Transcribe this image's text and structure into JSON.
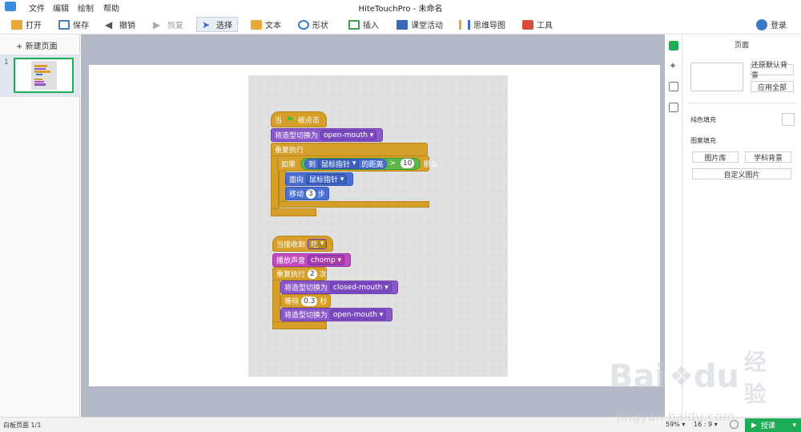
{
  "app": {
    "title": "HiteTouchPro - 未命名",
    "login": "登录"
  },
  "menu": [
    "文件",
    "编辑",
    "绘制",
    "帮助"
  ],
  "toolbar": {
    "open": "打开",
    "save": "保存",
    "undo": "撤销",
    "redo": "恢复",
    "select": "选择",
    "text": "文本",
    "shape": "形状",
    "insert": "插入",
    "classroom": "课堂活动",
    "mindmap": "思维导图",
    "tools": "工具"
  },
  "left_panel": {
    "new_page": "新建页面",
    "page_number": "1"
  },
  "scripts": {
    "s1": {
      "hat": "当",
      "hat2": "被点击",
      "switch_costume": "将造型切换为",
      "costume1": "open-mouth",
      "repeat": "重复执行",
      "if": "如果",
      "to": "到",
      "mouse": "鼠标指针",
      "distance": "的距离",
      "gt": ">",
      "ten": "10",
      "then": "那么",
      "point": "面向",
      "mouse2": "鼠标指针",
      "move": "移动",
      "three": "3",
      "steps": "步"
    },
    "s2": {
      "hat": "当接收到",
      "msg": "吃",
      "play": "播放声音",
      "sound": "chomp",
      "repeat": "重复执行",
      "two": "2",
      "times": "次",
      "switch": "将造型切换为",
      "closed": "closed-mouth",
      "wait": "等待",
      "sec_val": "0.3",
      "sec": "秒",
      "switch2": "将造型切换为",
      "open": "open-mouth"
    }
  },
  "right_panel": {
    "title": "页面",
    "restore_bg": "还原默认背景",
    "apply_all": "应用全部",
    "solid_fill": "纯色填充",
    "pattern_fill": "图案填充",
    "gallery": "图片库",
    "subject_bg": "学科背景",
    "custom_image": "自定义图片"
  },
  "status": {
    "page_info": "白板页面 1/1",
    "zoom": "59%",
    "ratio": "16 : 9",
    "start": "授课"
  },
  "watermark": {
    "brand": "Bai",
    "brand2": "du",
    "brand_cn": "经验",
    "url": "jingyan.baidu.com"
  },
  "colors": {
    "motion": "#4a6fce",
    "looks": "#8a58c9",
    "control": "#d69f29",
    "sound": "#c24bc2",
    "accent": "#1aad55"
  }
}
